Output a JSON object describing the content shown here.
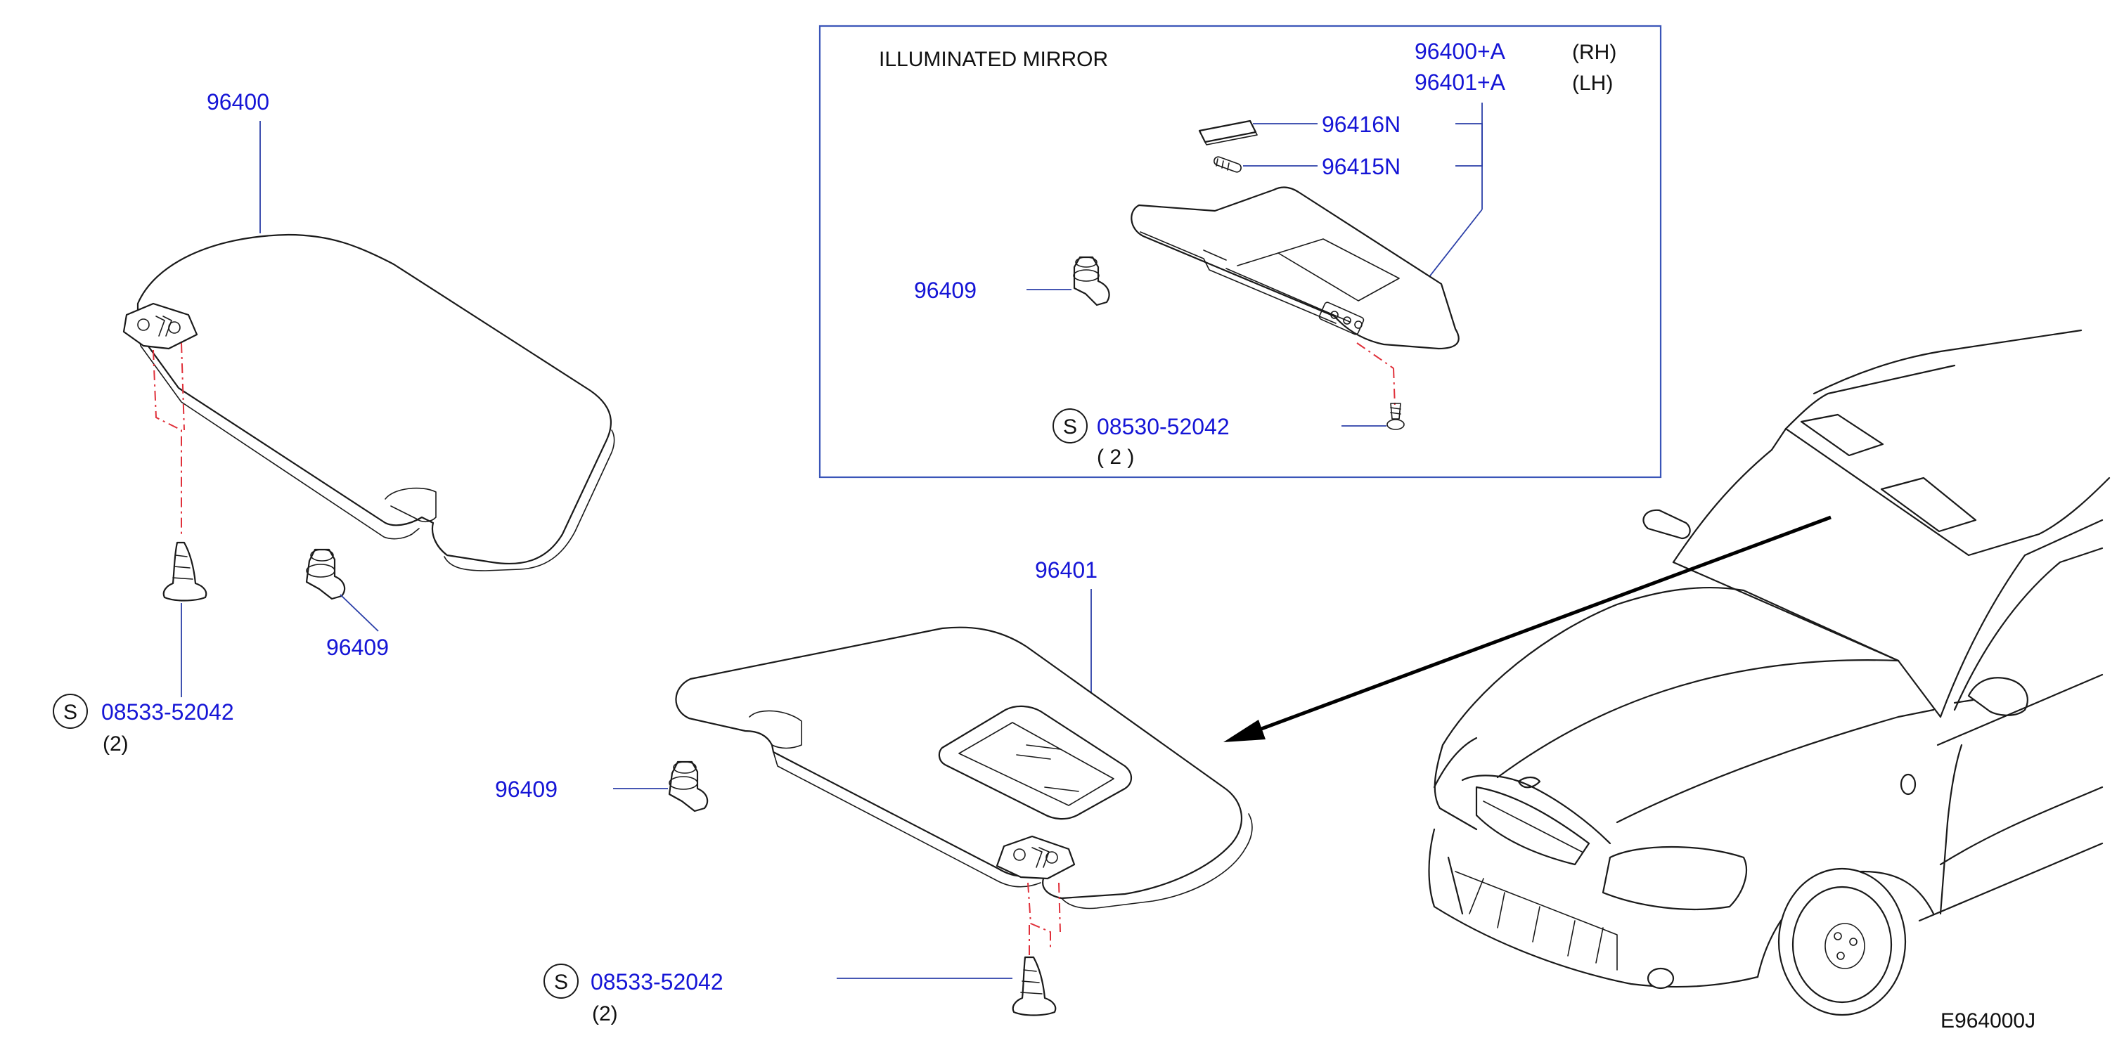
{
  "inset": {
    "title": "ILLUMINATED   MIRROR",
    "part_rh": "96400+A",
    "side_rh": "(RH)",
    "part_lh": "96401+A",
    "side_lh": "(LH)",
    "lens": "96416N",
    "bulb": "96415N",
    "holder": "96409",
    "screw_symbol": "S",
    "screw": "08530-52042",
    "screw_qty": "(   2   )"
  },
  "left_visor": {
    "part": "96400",
    "holder": "96409",
    "screw_symbol": "S",
    "screw": "08533-52042",
    "screw_qty": "(2)"
  },
  "center_visor": {
    "part": "96401",
    "holder": "96409",
    "screw_symbol": "S",
    "screw": "08533-52042",
    "screw_qty": "(2)"
  },
  "figure_code": "E964000J",
  "colors": {
    "part_number": "#1515d6",
    "leader_line": "#2b3fa8",
    "centerline": "#e0303a",
    "inset_border": "#3a55b8"
  }
}
